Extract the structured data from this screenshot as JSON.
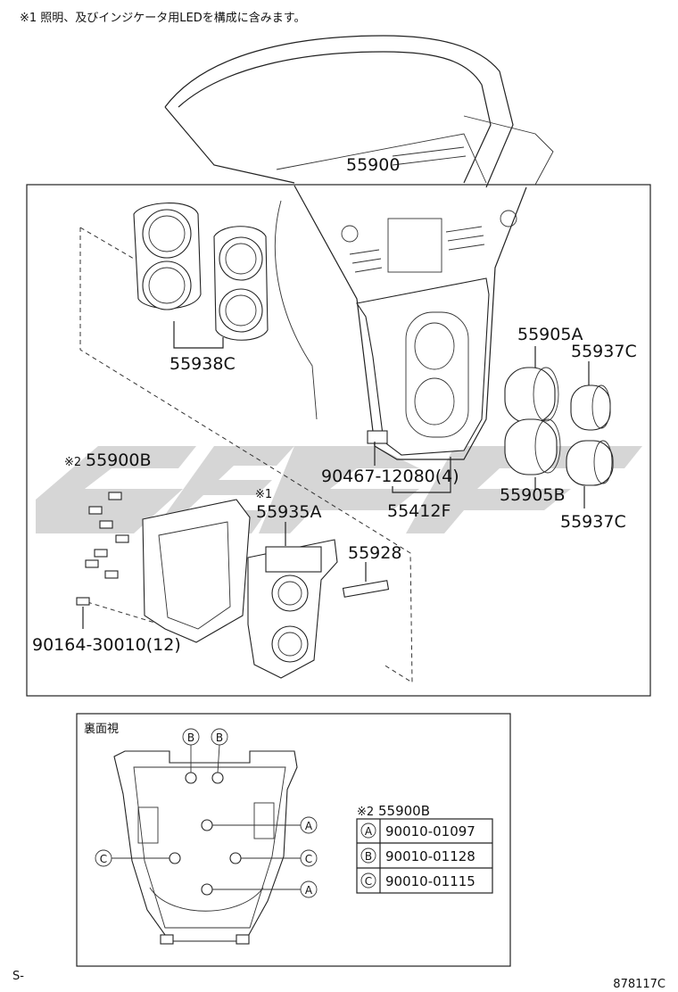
{
  "header_note": "※1 照明、及びインジケータ用LEDを構成に含みます。",
  "labels": {
    "p55900": "55900",
    "p55938C": "55938C",
    "p55905A": "55905A",
    "p55937C_top": "55937C",
    "p55900B_mark": "※2",
    "p55900B": "55900B",
    "p90467": "90467-12080(4)",
    "p55905B": "55905B",
    "p55412F": "55412F",
    "p55935A_mark": "※1",
    "p55935A": "55935A",
    "p55928": "55928",
    "p55937C_bottom": "55937C",
    "p90164": "90164-30010(12)"
  },
  "rear_view": {
    "title": "裏面視",
    "markers": {
      "A": "A",
      "B": "B",
      "C": "C"
    }
  },
  "legend": {
    "mark": "※2",
    "title": "55900B",
    "rows": [
      {
        "key": "A",
        "part": "90010-01097"
      },
      {
        "key": "B",
        "part": "90010-01128"
      },
      {
        "key": "C",
        "part": "90010-01115"
      }
    ]
  },
  "footer": {
    "left": "S-",
    "code": "878117C"
  },
  "watermark_color": "#cfcfcf"
}
